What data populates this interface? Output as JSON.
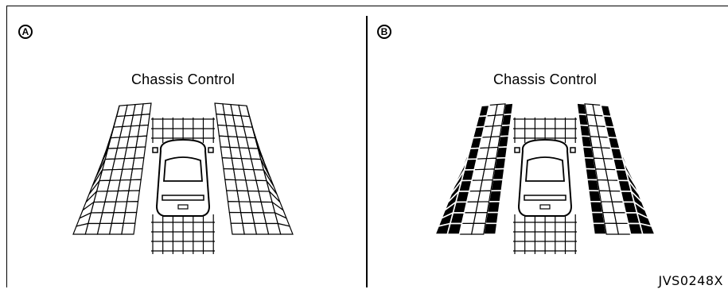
{
  "panels": [
    {
      "letter": "A",
      "title": "Chassis Control",
      "shaded_sides": false
    },
    {
      "letter": "B",
      "title": "Chassis Control",
      "shaded_sides": true
    }
  ],
  "figure_code": "JVS0248X"
}
